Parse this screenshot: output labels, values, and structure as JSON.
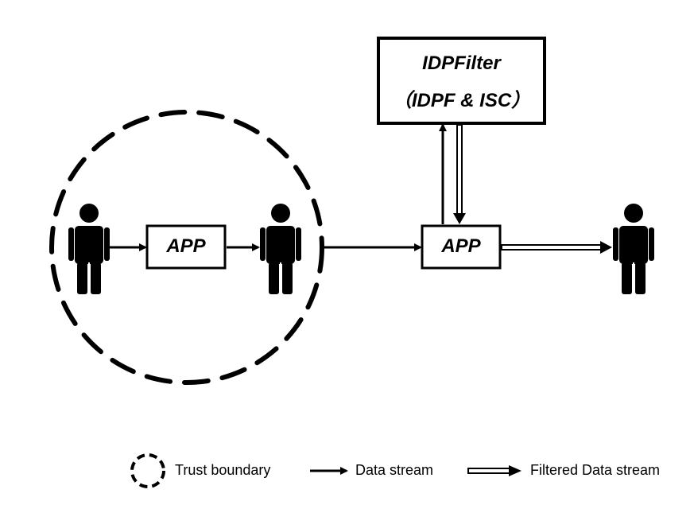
{
  "diagram": {
    "filter_box": {
      "title": "IDPFilter",
      "subtitle": "（IDPF & ISC）"
    },
    "app_left": {
      "label": "APP"
    },
    "app_right": {
      "label": "APP"
    },
    "people": [
      {
        "id": "sender",
        "icon": "person-icon"
      },
      {
        "id": "receiver-inside",
        "icon": "person-icon"
      },
      {
        "id": "external-recipient",
        "icon": "person-icon"
      }
    ],
    "trust_boundary": {
      "style": "dashed-circle"
    }
  },
  "legend": {
    "trust_boundary": "Trust boundary",
    "data_stream": "Data stream",
    "filtered_data_stream": "Filtered Data stream"
  },
  "colors": {
    "stroke": "#000000",
    "background": "#ffffff"
  }
}
